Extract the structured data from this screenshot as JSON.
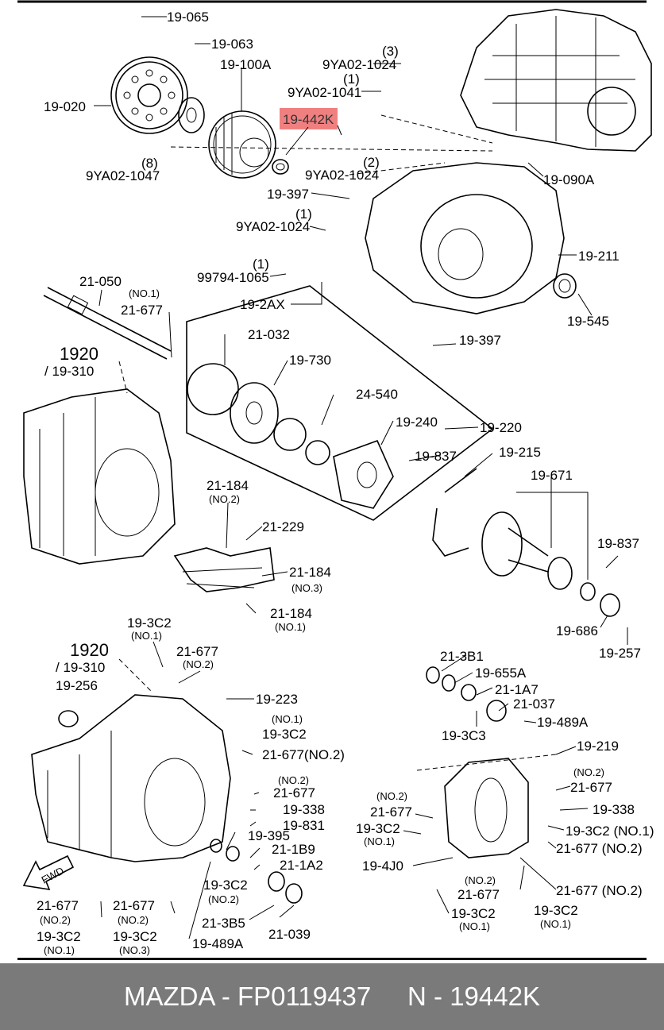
{
  "diagram": {
    "highlight": {
      "code": "19-442K",
      "color": "#f08080"
    },
    "labels": [
      "19-065",
      "19-063",
      "19-020",
      "19-100A",
      "(3)",
      "9YA02-1024",
      "(1)",
      "9YA02-1041",
      "19-442K",
      "(8)",
      "9YA02-1047",
      "(2)",
      "9YA02-1024",
      "19-090A",
      "19-397",
      "(1)",
      "9YA02-1024",
      "19-211",
      "(1)",
      "99794-1065",
      "19-2AX",
      "19-545",
      "21-050",
      "(NO.1)",
      "21-677",
      "21-032",
      "19-730",
      "19-397",
      "1920",
      "/ 19-310",
      "24-540",
      "19-240",
      "19-220",
      "19-837",
      "19-215",
      "19-671",
      "21-184",
      "(NO.2)",
      "21-229",
      "21-184",
      "(NO.3)",
      "19-837",
      "21-184",
      "(NO.1)",
      "19-686",
      "19-257",
      "19-3C2",
      "(NO.1)",
      "21-677",
      "(NO.2)",
      "1920",
      "/ 19-310",
      "19-256",
      "19-223",
      "(NO.1)",
      "19-3C2",
      "21-677(NO.2)",
      "(NO.2)",
      "21-677",
      "19-338",
      "19-831",
      "19-395",
      "21-1B9",
      "21-1A2",
      "FWD",
      "19-3C2",
      "(NO.2)",
      "21-3B5",
      "21-039",
      "21-677",
      "(NO.2)",
      "19-3C2",
      "(NO.1)",
      "21-677",
      "(NO.2)",
      "19-3C2",
      "(NO.3)",
      "19-489A",
      "21-3B1",
      "19-655A",
      "21-1A7",
      "21-037",
      "19-3C3",
      "19-489A",
      "19-219",
      "(NO.2)",
      "21-677",
      "19-338",
      "(NO.2)",
      "21-677",
      "19-3C2",
      "(NO.1)",
      "19-3C2 (NO.1)",
      "21-677 (NO.2)",
      "19-4J0",
      "(NO.2)",
      "21-677",
      "21-677 (NO.2)",
      "19-3C2",
      "(NO.1)",
      "19-3C2",
      "(NO.1)"
    ]
  },
  "footer": {
    "text": "MAZDA - FP0119437     N - 19442K",
    "background": "#7a7a7a"
  }
}
